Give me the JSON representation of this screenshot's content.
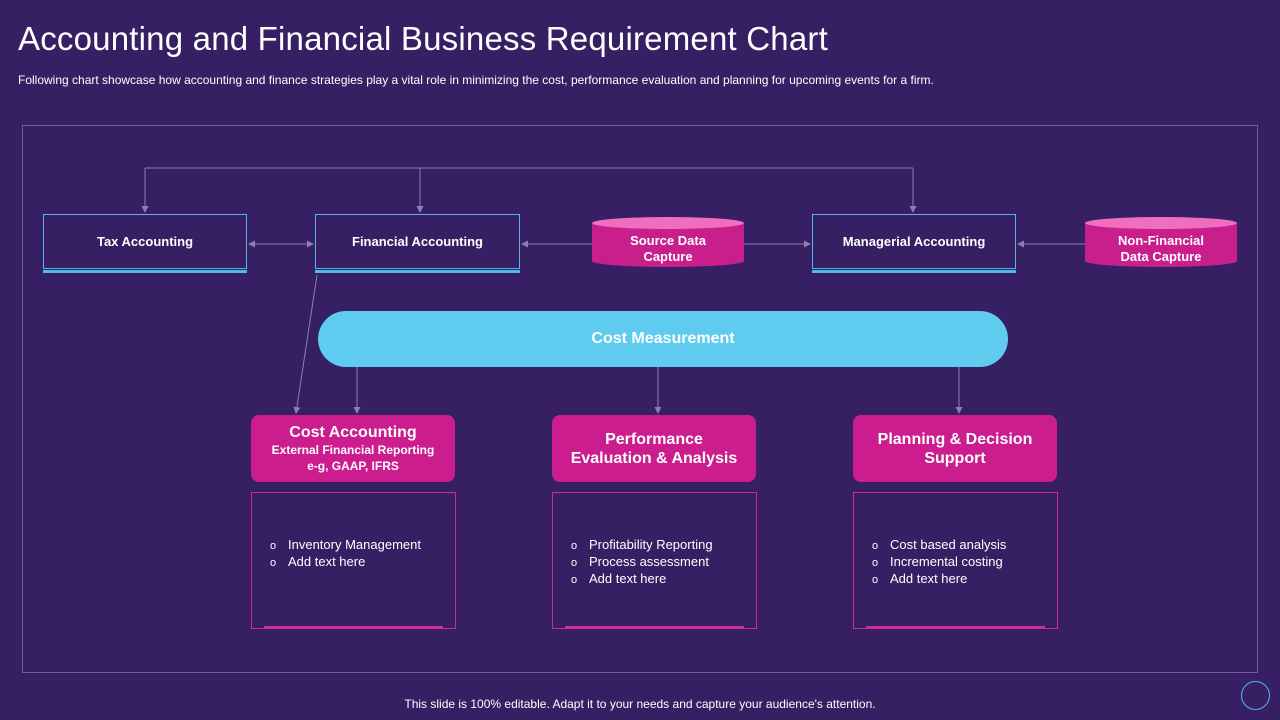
{
  "header": {
    "title": "Accounting and Financial Business Requirement Chart",
    "subtitle": "Following chart showcase how accounting and finance strategies play a vital role in minimizing the cost, performance evaluation and planning for upcoming events for a firm."
  },
  "top_row": {
    "tax_accounting": "Tax Accounting",
    "financial_accounting": "Financial Accounting",
    "source_data_capture": [
      "Source Data",
      "Capture"
    ],
    "managerial_accounting": "Managerial Accounting",
    "non_financial_data_capture": [
      "Non-Financial",
      "Data Capture"
    ]
  },
  "center": {
    "cost_measurement": "Cost Measurement"
  },
  "categories": [
    {
      "title": "Cost Accounting",
      "subtitle": [
        "External Financial Reporting",
        "e-g, GAAP, IFRS"
      ],
      "items": [
        "Inventory  Management",
        "Add text here"
      ]
    },
    {
      "title": [
        "Performance",
        "Evaluation & Analysis"
      ],
      "items": [
        "Profitability Reporting",
        "Process assessment",
        "Add text here"
      ]
    },
    {
      "title": [
        "Planning & Decision",
        "Support"
      ],
      "items": [
        "Cost based analysis",
        "Incremental costing",
        "Add text here"
      ]
    }
  ],
  "bullet_glyph": "o",
  "footer": "This slide is 100% editable. Adapt it to your needs and capture your audience's attention.",
  "colors": {
    "background": "#361f62",
    "accent_blue": "#4fb8ec",
    "pill_blue": "#5ecbef",
    "magenta": "#cc1d8e",
    "connector": "#8a80b0"
  }
}
